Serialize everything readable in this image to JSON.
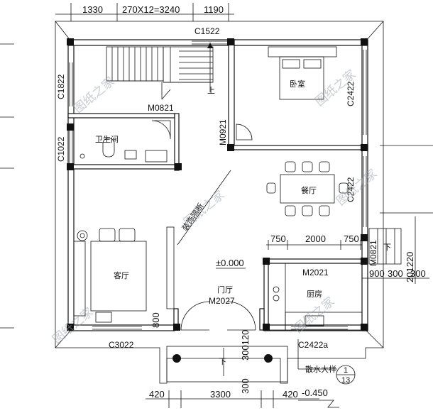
{
  "dimensions": {
    "top_left": "1330",
    "top_mid": "270X12=3240",
    "top_right": "1190",
    "bottom_left": "420",
    "bottom_mid": "3300",
    "bottom_right": "420",
    "dining_left": "750",
    "dining_mid": "2000",
    "dining_right": "750",
    "right_vertical": "201220",
    "right_horizontal_900": "900",
    "right_horizontal_300a": "300",
    "right_horizontal_300b": "300",
    "living_800": "800",
    "porch_300_120": "300120",
    "porch_300": "300"
  },
  "openings": {
    "c1522": "C1522",
    "c1822": "C1822",
    "m0821": "M0821",
    "c1022": "C1022",
    "m0921": "M0921",
    "c2422_bedroom": "C2422",
    "c2422_dining": "C2422",
    "m0821_side": "M0821",
    "m2021": "M2021",
    "m2027": "M2027",
    "c3022": "C3022",
    "c2422a": "C2422a"
  },
  "rooms": {
    "bathroom": "卫生间",
    "bedroom": "卧室",
    "dining": "餐厅",
    "living": "客厅",
    "kitchen": "厨房",
    "foyer": "门厅",
    "partition": "装饰隔断"
  },
  "levels": {
    "floor": "±0.000",
    "outside": "-0.450"
  },
  "markers": {
    "up": "上",
    "down_1": "下",
    "down_2": "下",
    "detail_label": "散水大样",
    "detail_num": "1",
    "detail_sheet": "13"
  },
  "watermarks": [
    "图纸之家",
    "图纸之家",
    "图纸之家",
    "图纸之家",
    "图纸之家",
    "图纸之家"
  ]
}
